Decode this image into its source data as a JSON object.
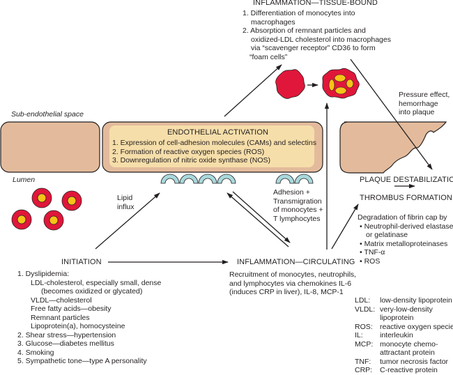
{
  "colors": {
    "tissue": "#e3bb9c",
    "endothelial_inner": "#f6deaa",
    "cell_red": "#e0173a",
    "cell_yellow": "#f7c318",
    "receptor": "#a9d9dc",
    "line": "#231f20"
  },
  "labels": {
    "sub_endothelial": "Sub-endothelial space",
    "lumen": "Lumen",
    "lipid_influx": [
      "Lipid",
      "influx"
    ],
    "adhesion": [
      "Adhesion +",
      "Transmigration",
      "of monocytes +",
      "T lymphocytes"
    ],
    "pressure": [
      "Pressure effect,",
      "hemorrhage",
      "into plaque"
    ]
  },
  "tissue_bound": {
    "title": "INFLAMMATION—TISSUE-BOUND",
    "items": [
      [
        "1. Differentiation of monocytes into",
        "macrophages"
      ],
      [
        "2. Absorption of remnant particles and",
        "oxidized-LDL cholesterol into macrophages",
        "via “scavenger receptor” CD36 to form",
        "“foam  cells”"
      ]
    ]
  },
  "endothelial": {
    "title": "ENDOTHELIAL ACTIVATION",
    "items": [
      "1. Expression of cell-adhesion molecules (CAMs) and selectins",
      "2. Formation of reactive oxygen species (ROS)",
      "3. Downregulation of nitric oxide synthase (NOS)"
    ]
  },
  "plaque": {
    "title1": "PLAQUE DESTABILIZATION",
    "title2": "THROMBUS FORMATION",
    "intro": "Degradation of fibrin cap by",
    "bullets": [
      "• Neutrophil-derived elastase",
      "or gelatinase",
      "• Matrix metalloproteinases",
      "• TNF-α",
      "• ROS"
    ]
  },
  "initiation": {
    "title": "INITIATION",
    "items": [
      {
        "text": "1. Dyslipidemia:",
        "level": 0
      },
      {
        "text": "LDL-cholesterol, especially small, dense",
        "level": 1
      },
      {
        "text": "(becomes oxidized or glycated)",
        "level": 2
      },
      {
        "text": "VLDL—cholesterol",
        "level": 1
      },
      {
        "text": "Free fatty acids—obesity",
        "level": 1
      },
      {
        "text": "Remnant particles",
        "level": 1
      },
      {
        "text": "Lipoprotein(a), homocysteine",
        "level": 1
      },
      {
        "text": "2. Shear stress—hypertension",
        "level": 0
      },
      {
        "text": "3. Glucose—diabetes mellitus",
        "level": 0
      },
      {
        "text": "4. Smoking",
        "level": 0
      },
      {
        "text": "5. Sympathetic tone—type A personality",
        "level": 0
      }
    ]
  },
  "circulating": {
    "title": "INFLAMMATION—CIRCULATING",
    "lines": [
      "Recruitment of monocytes, neutrophils,",
      "and lymphocytes via chemokines IL-6",
      "(induces CRP in liver), IL-8, MCP-1"
    ]
  },
  "abbreviations": [
    {
      "key": "LDL:",
      "value": [
        "low-density lipoprotein"
      ]
    },
    {
      "key": "VLDL:",
      "value": [
        "very-low-density",
        "lipoprotein"
      ]
    },
    {
      "key": "ROS:",
      "value": [
        "reactive oxygen species"
      ]
    },
    {
      "key": "IL:",
      "value": [
        "interleukin"
      ]
    },
    {
      "key": "MCP:",
      "value": [
        "monocyte chemo-",
        "attractant protein"
      ]
    },
    {
      "key": "TNF:",
      "value": [
        "tumor necrosis factor"
      ]
    },
    {
      "key": "CRP:",
      "value": [
        "C-reactive protein"
      ]
    }
  ]
}
